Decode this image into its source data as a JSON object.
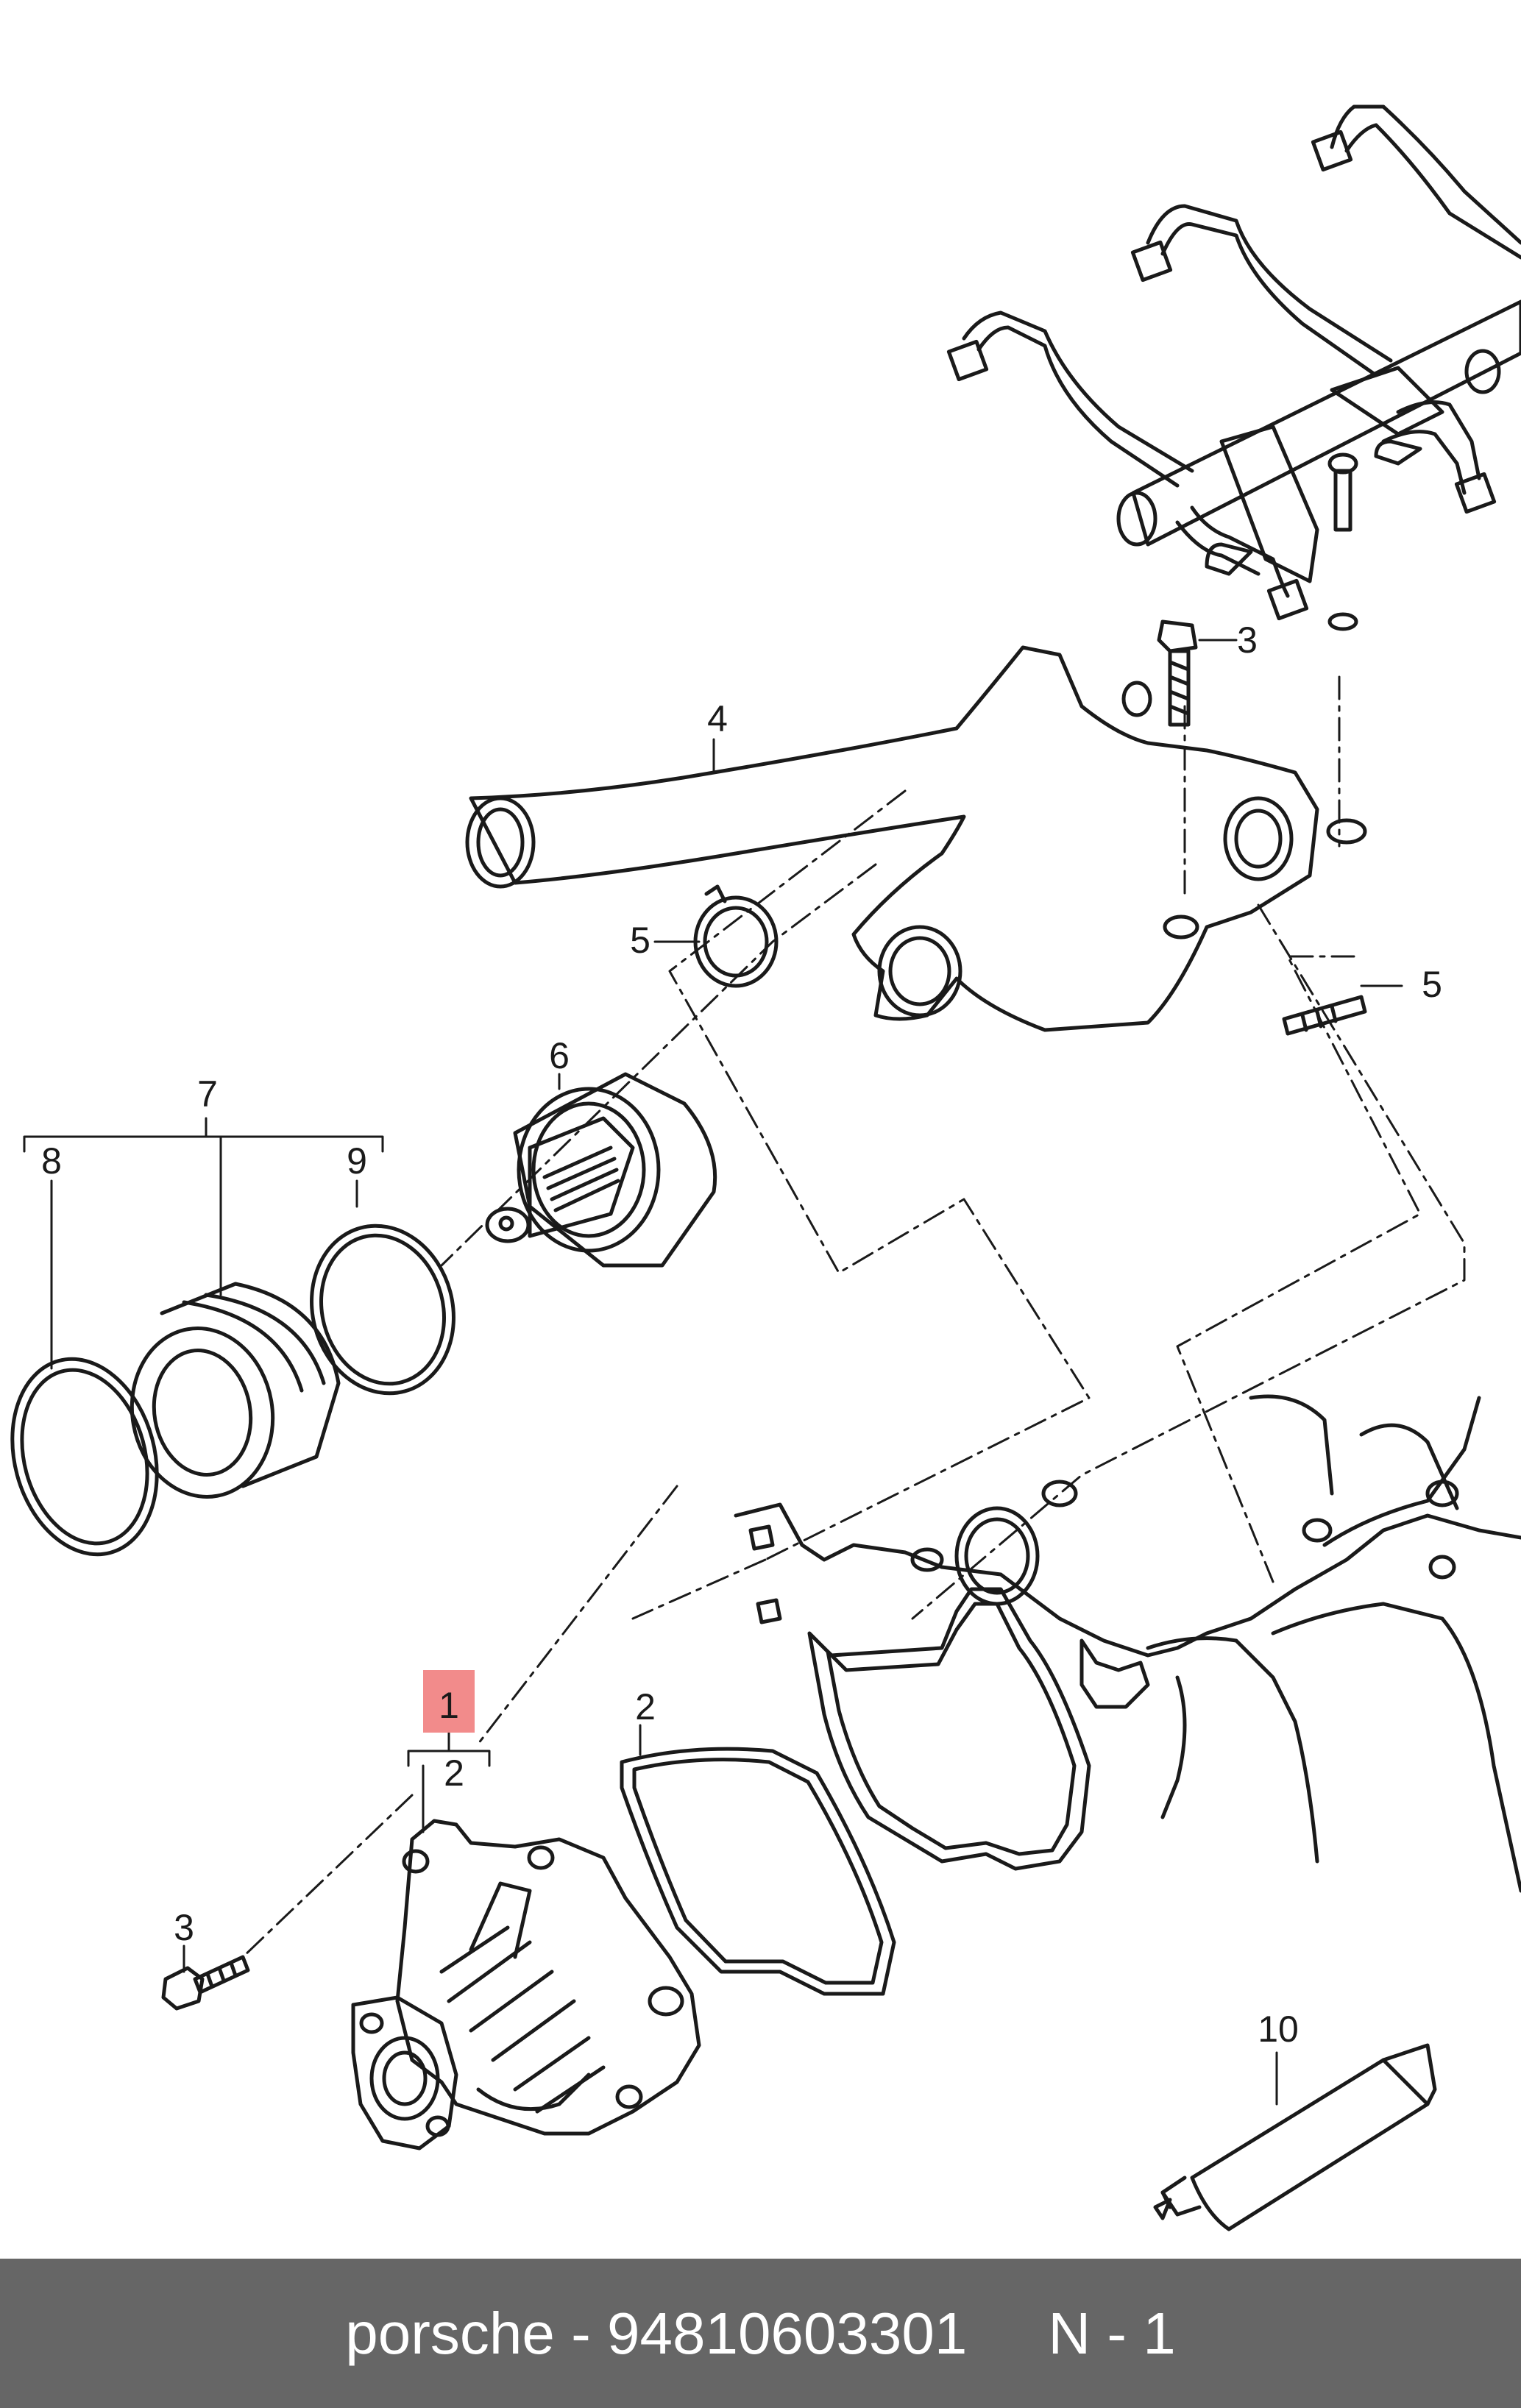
{
  "callouts": {
    "c1": "1",
    "c2a": "2",
    "c2b": "2",
    "c3a": "3",
    "c3b": "3",
    "c4": "4",
    "c5a": "5",
    "c5b": "5",
    "c6": "6",
    "c7": "7",
    "c8": "8",
    "c9": "9",
    "c10": "10"
  },
  "highlight_color": "#f28b8b",
  "footer": {
    "brand": "porsche",
    "dash": "-",
    "part_number": "94810603301",
    "page": "N - 1"
  },
  "footer_color": "#666666"
}
